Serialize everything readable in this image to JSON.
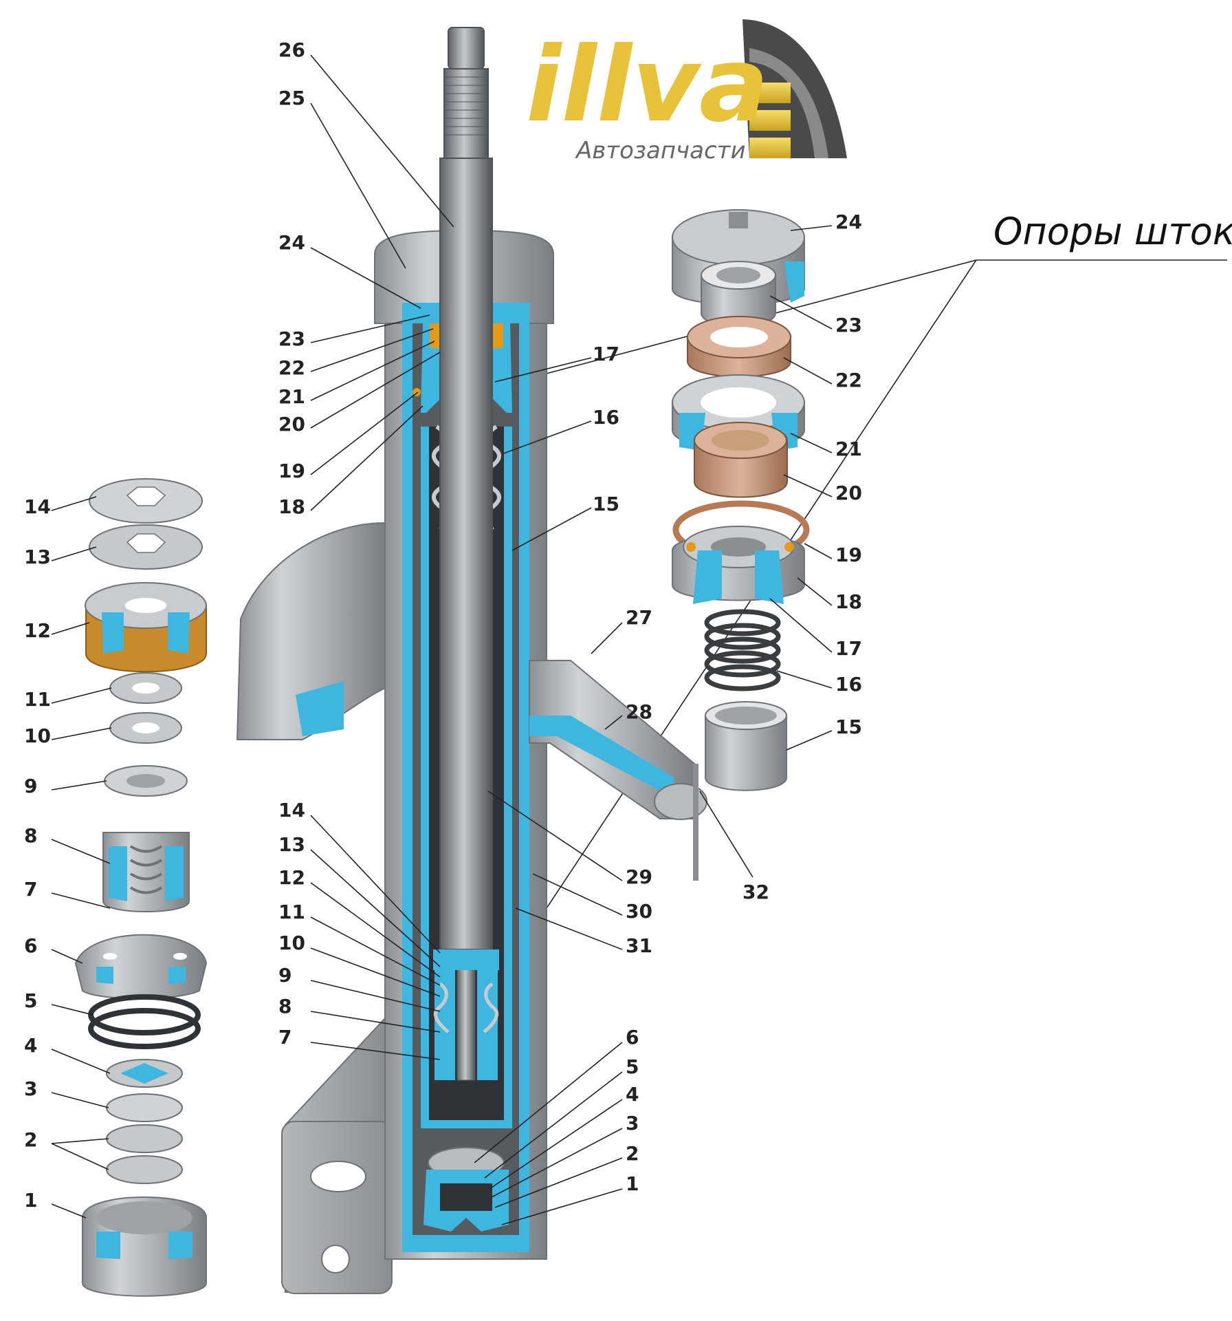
{
  "logo": {
    "brand_text": "illva",
    "subtitle": "Автозапчасти",
    "colors": {
      "gold": "#e8c23a",
      "dark": "#3a3a3a"
    }
  },
  "callout": {
    "text": "Опоры штока"
  },
  "colors": {
    "metal": "#b9bcbf",
    "metal_dark": "#6e7276",
    "section": "#3fb6e0",
    "copper": "#c9a07a",
    "orange": "#e39a1a",
    "bronze": "#c98a2c"
  },
  "labels": {
    "main_left": [
      "26",
      "25",
      "24",
      "23",
      "22",
      "21",
      "20",
      "19",
      "18",
      "14",
      "13",
      "12",
      "11",
      "10",
      "9",
      "8",
      "7"
    ],
    "main_right": [
      "17",
      "16",
      "15",
      "27",
      "28",
      "29",
      "30",
      "31",
      "6",
      "5",
      "4",
      "3",
      "2",
      "1"
    ],
    "exploded_right": [
      "24",
      "23",
      "22",
      "21",
      "20",
      "19",
      "18",
      "17",
      "16",
      "15",
      "32"
    ],
    "exploded_left": [
      "14",
      "13",
      "12",
      "11",
      "10",
      "9",
      "8",
      "7",
      "6",
      "5",
      "4",
      "3",
      "2",
      "1"
    ]
  }
}
